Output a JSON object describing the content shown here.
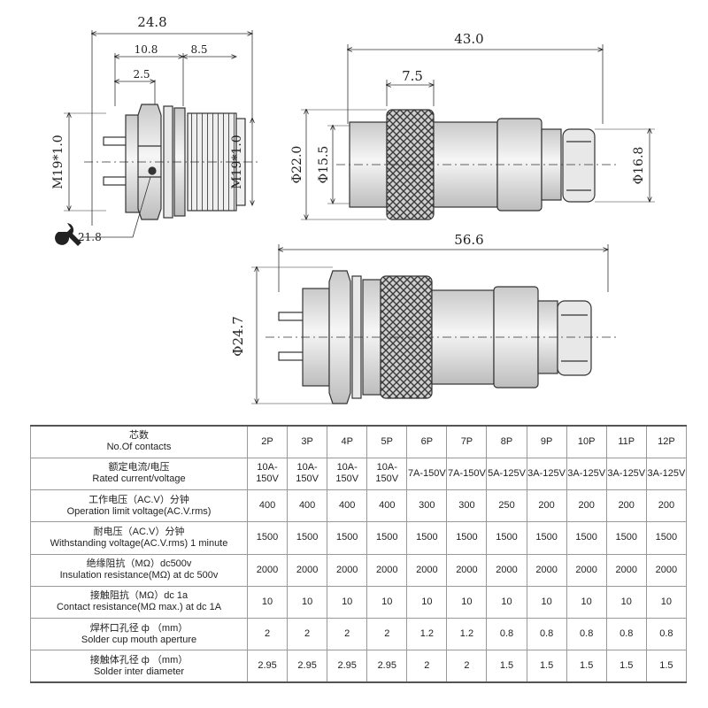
{
  "drawing": {
    "side_view": {
      "overall_length": "24.8",
      "rear_section": "10.8",
      "thread_section": "8.5",
      "pin_offset": "2.5",
      "left_thread": "M19*1.0",
      "right_thread": "M19*1.0",
      "wrench_size": "21.8"
    },
    "plug_view": {
      "overall_length": "43.0",
      "knurl_length": "7.5",
      "outer_diameter": "Φ22.0",
      "inner_diameter": "Φ15.5",
      "cable_diameter": "Φ16.8"
    },
    "assembly_view": {
      "overall_length": "56.6",
      "diameter": "Φ24.7"
    }
  },
  "spec_table": {
    "columns": [
      "2P",
      "3P",
      "4P",
      "5P",
      "6P",
      "7P",
      "8P",
      "9P",
      "10P",
      "11P",
      "12P"
    ],
    "header": {
      "zh": "芯数",
      "en": "No.Of contacts"
    },
    "rows": [
      {
        "zh": "额定电流/电压",
        "en": "Rated current/voltage",
        "values": [
          "10A-150V",
          "10A-150V",
          "10A-150V",
          "10A-150V",
          "7A-150V",
          "7A-150V",
          "5A-125V",
          "3A-125V",
          "3A-125V",
          "3A-125V",
          "3A-125V"
        ]
      },
      {
        "zh": "工作电压（AC.V）分钟",
        "en": "Operation limit voltage(AC.V.rms)",
        "values": [
          "400",
          "400",
          "400",
          "400",
          "300",
          "300",
          "250",
          "200",
          "200",
          "200",
          "200"
        ]
      },
      {
        "zh": "耐电压（AC.V）分钟",
        "en": "Withstanding voltage(AC.V.rms) 1 minute",
        "values": [
          "1500",
          "1500",
          "1500",
          "1500",
          "1500",
          "1500",
          "1500",
          "1500",
          "1500",
          "1500",
          "1500"
        ]
      },
      {
        "zh": "绝缘阻抗（MΩ）dc500v",
        "en": "Insulation resistance(MΩ) at dc 500v",
        "values": [
          "2000",
          "2000",
          "2000",
          "2000",
          "2000",
          "2000",
          "2000",
          "2000",
          "2000",
          "2000",
          "2000"
        ]
      },
      {
        "zh": "接触阻抗（MΩ）dc 1a",
        "en": "Contact resistance(MΩ max.) at dc 1A",
        "values": [
          "10",
          "10",
          "10",
          "10",
          "10",
          "10",
          "10",
          "10",
          "10",
          "10",
          "10"
        ]
      },
      {
        "zh": "焊杯口孔径 ф （mm）",
        "en": "Solder cup mouth aperture",
        "values": [
          "2",
          "2",
          "2",
          "2",
          "1.2",
          "1.2",
          "0.8",
          "0.8",
          "0.8",
          "0.8",
          "0.8"
        ]
      },
      {
        "zh": "接触体孔径 ф （mm）",
        "en": "Solder inter diameter",
        "values": [
          "2.95",
          "2.95",
          "2.95",
          "2.95",
          "2",
          "2",
          "1.5",
          "1.5",
          "1.5",
          "1.5",
          "1.5"
        ]
      }
    ]
  }
}
